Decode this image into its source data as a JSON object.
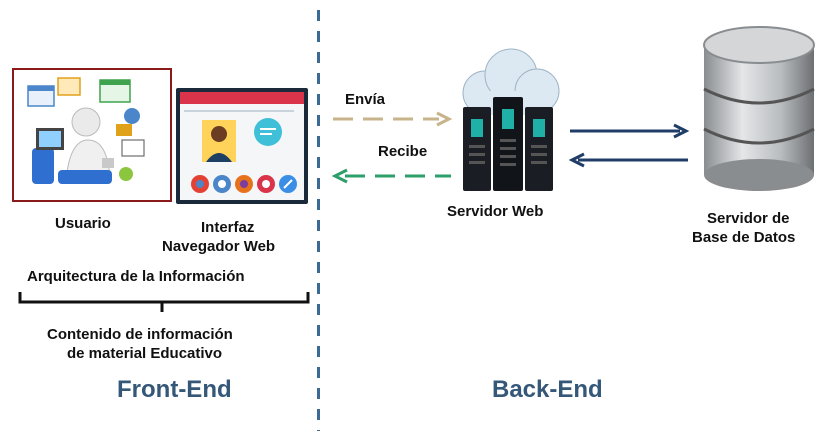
{
  "front": {
    "user_label": "Usuario",
    "browser_label_line1": "Interfaz",
    "browser_label_line2": "Navegador Web",
    "info_arch_label": "Arquitectura de la Información",
    "content_line1": "Contenido de información",
    "content_line2": "de material Educativo",
    "section_title": "Front-End"
  },
  "middle": {
    "send_label": "Envía",
    "receive_label": "Recibe"
  },
  "back": {
    "server_label": "Servidor Web",
    "db_label_line1": "Servidor de",
    "db_label_line2": "Base de Datos",
    "section_title": "Back-End"
  },
  "colors": {
    "send_arrow": "#c8b48a",
    "receive_arrow": "#2e9e6a",
    "db_arrows": "#1f3d66",
    "divider": "#3b6b94",
    "section_title": "#355778",
    "user_frame": "#8b1a1a",
    "browser_bar": "#d9344a"
  },
  "icons": {
    "user": "user-computer-icon",
    "browser": "browser-window-icon",
    "server": "cloud-server-icon",
    "database": "database-cylinder-icon"
  }
}
